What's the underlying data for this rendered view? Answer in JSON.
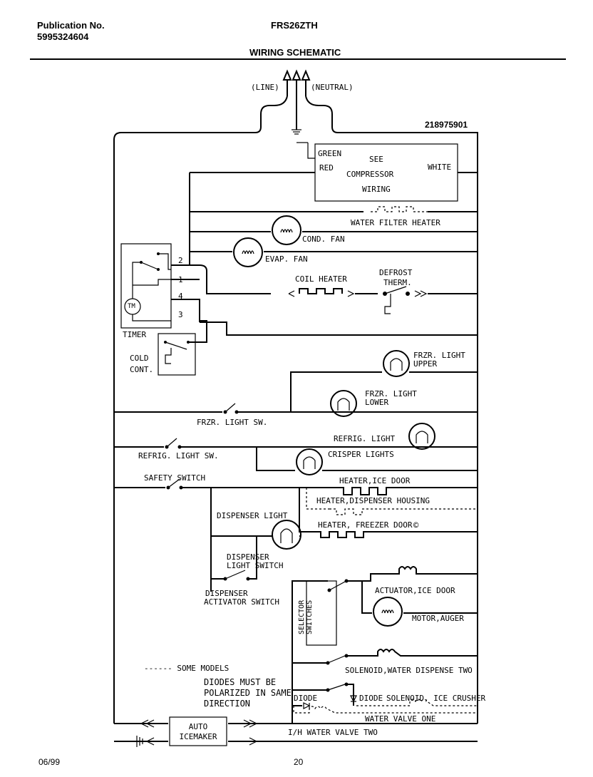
{
  "header": {
    "publication_label": "Publication No.",
    "publication_number": "5995324604",
    "model": "FRS26ZTH",
    "title": "WIRING SCHEMATIC"
  },
  "drawing_number": "218975901",
  "labels": {
    "line": "(LINE)",
    "neutral": "(NEUTRAL)",
    "green": "GREEN",
    "red": "RED",
    "see_compressor_wiring_1": "SEE",
    "see_compressor_wiring_2": "COMPRESSOR",
    "see_compressor_wiring_3": "WIRING",
    "white": "WHITE",
    "water_filter_heater": "WATER FILTER HEATER",
    "cond_fan": "COND. FAN",
    "evap_fan": "EVAP. FAN",
    "coil_heater": "COIL HEATER",
    "defrost_therm_1": "DEFROST",
    "defrost_therm_2": "THERM.",
    "tm": "TM",
    "timer": "TIMER",
    "timer_2": "2",
    "timer_1": "1",
    "timer_4": "4",
    "timer_3": "3",
    "cold_cont_1": "COLD",
    "cold_cont_2": "CONT.",
    "frzr_light_upper_1": "FRZR. LIGHT",
    "frzr_light_upper_2": "UPPER",
    "frzr_light_lower_1": "FRZR. LIGHT",
    "frzr_light_lower_2": "LOWER",
    "frzr_light_sw": "FRZR. LIGHT SW.",
    "refrig_light": "REFRIG. LIGHT",
    "refrig_light_sw": "REFRIG. LIGHT SW.",
    "crisper_lights": "CRISPER LIGHTS",
    "safety_switch": "SAFETY SWITCH",
    "heater_ice_door": "HEATER,ICE DOOR",
    "heater_dispenser_housing": "HEATER,DISPENSER HOUSING",
    "heater_freezer_door": "HEATER, FREEZER DOOR",
    "copyright_mark": "©",
    "dispenser_light": "DISPENSER LIGHT",
    "dispenser_light_switch_1": "DISPENSER",
    "dispenser_light_switch_2": "LIGHT SWITCH",
    "actuator_ice_door": "ACTUATOR,ICE DOOR",
    "dispenser_activator_1": "DISPENSER",
    "dispenser_activator_2": "ACTIVATOR SWITCH",
    "selector_switches_1": "SELECTOR",
    "selector_switches_2": "SWITCHES",
    "motor_auger": "MOTOR,AUGER",
    "some_models": "------ SOME MODELS",
    "diodes_note_1": "DIODES MUST BE",
    "diodes_note_2": "POLARIZED IN SAME",
    "diodes_note_3": "DIRECTION",
    "solenoid_water_dispense_two": "SOLENOID,WATER DISPENSE TWO",
    "diode_1": "DIODE",
    "diode_2": "DIODE",
    "solenoid_ice_crusher": "SOLENOID, ICE CRUSHER",
    "water_valve_one": "WATER VALVE ONE",
    "auto_icemaker_1": "AUTO",
    "auto_icemaker_2": "ICEMAKER",
    "ih_water_valve_two": "I/H WATER VALVE TWO"
  },
  "footer": {
    "date": "06/99",
    "page": "20"
  }
}
